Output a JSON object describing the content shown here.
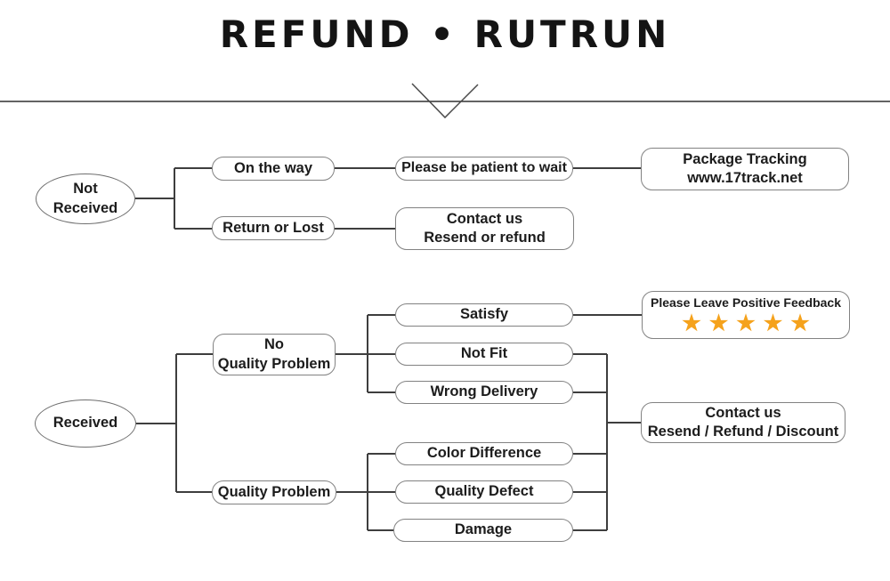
{
  "title": "REFUND • RUTRUN",
  "not_received_flow": {
    "root": "Not\nReceived",
    "on_the_way": "On the way",
    "return_or_lost": "Return or Lost",
    "please_wait": "Please be patient to wait",
    "package_tracking": "Package Tracking\nwww.17track.net",
    "contact_us": "Contact us\nResend or refund"
  },
  "received_flow": {
    "root": "Received",
    "no_quality_problem": "No\nQuality Problem",
    "quality_problem": "Quality Problem",
    "satisfy": "Satisfy",
    "not_fit": "Not Fit",
    "wrong_delivery": "Wrong Delivery",
    "color_difference": "Color Difference",
    "quality_defect": "Quality Defect",
    "damage": "Damage",
    "feedback": {
      "label": "Please Leave Positive Feedback",
      "stars": "★★★★★"
    },
    "contact_us": "Contact us\nResend / Refund / Discount"
  },
  "colors": {
    "star": "#F5A21C",
    "connector": "#3E3E3E",
    "box_border": "#828282",
    "text": "#1C1C1C"
  }
}
